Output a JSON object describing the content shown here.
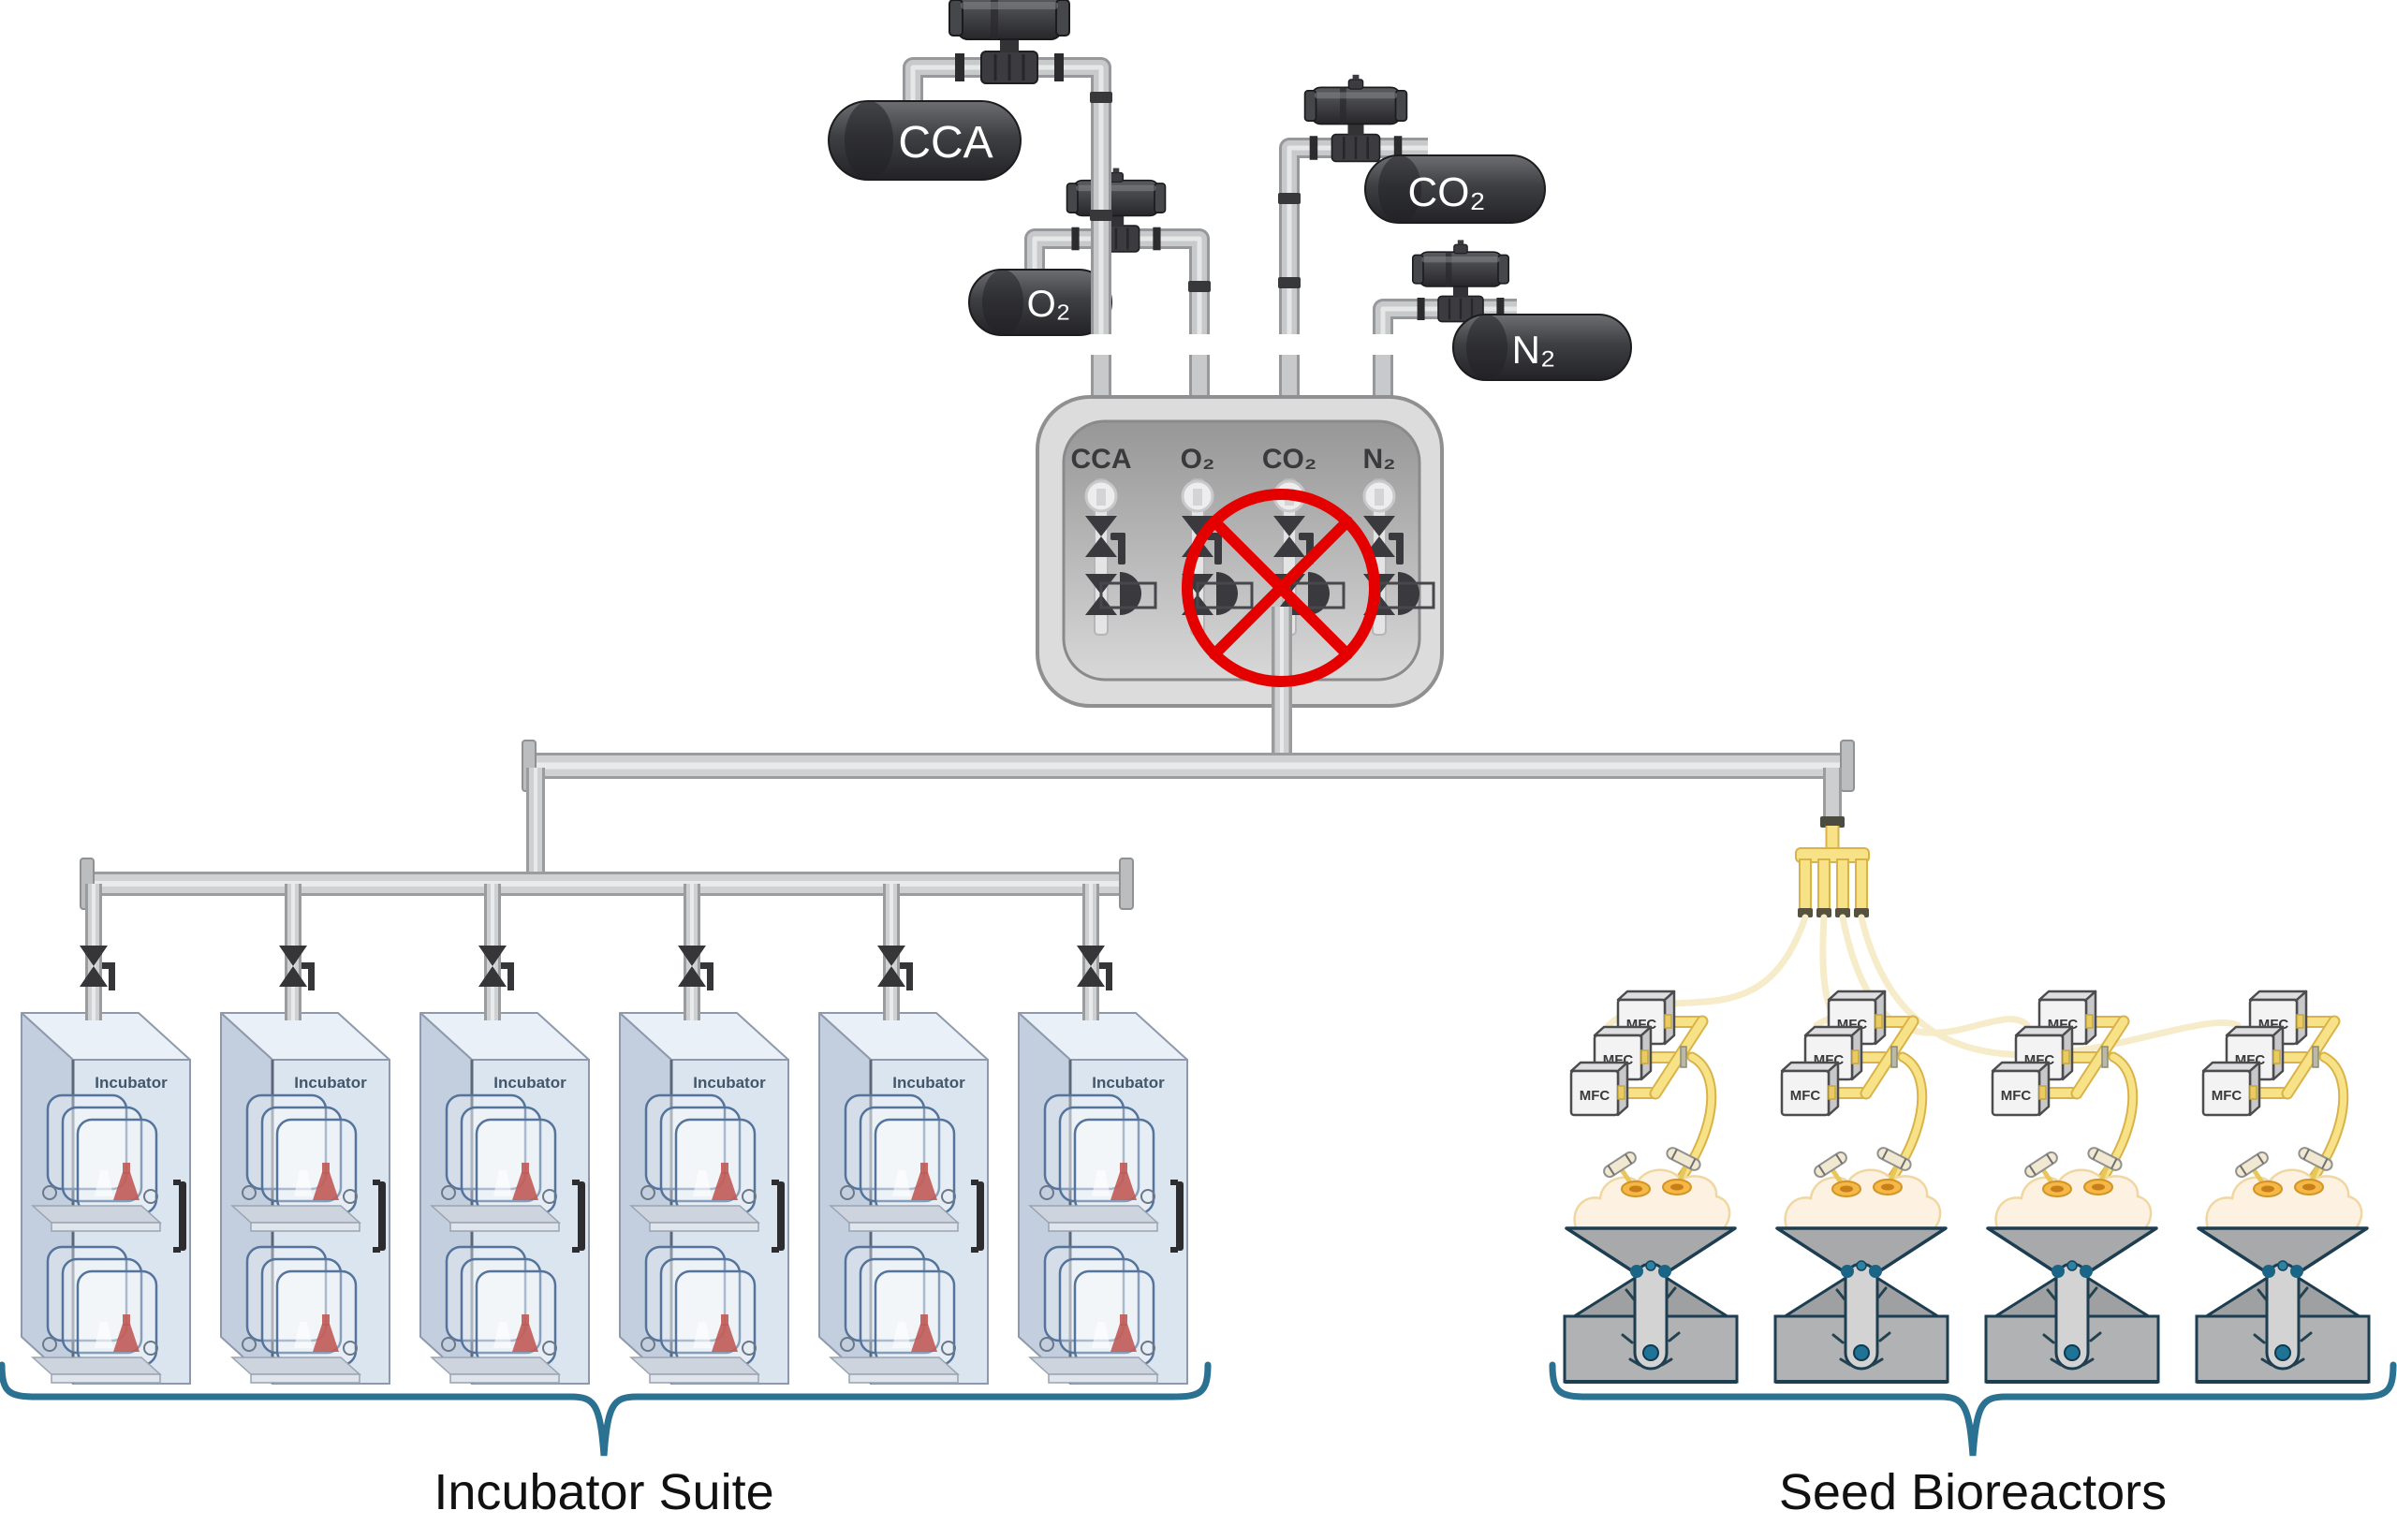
{
  "supply_tanks": {
    "cca": {
      "label": "CCA"
    },
    "o2": {
      "label": "O₂"
    },
    "co2": {
      "label": "CO₂"
    },
    "n2": {
      "label": "N₂"
    }
  },
  "manifold_panel": {
    "ports": [
      {
        "label": "CCA",
        "blocked": false
      },
      {
        "label": "O₂",
        "blocked": false
      },
      {
        "label": "CO₂",
        "blocked": true
      },
      {
        "label": "N₂",
        "blocked": false
      }
    ],
    "blocked_port": "CO₂"
  },
  "incubator_suite": {
    "caption": "Incubator Suite",
    "count": 6,
    "units": [
      {
        "label": "Incubator"
      },
      {
        "label": "Incubator"
      },
      {
        "label": "Incubator"
      },
      {
        "label": "Incubator"
      },
      {
        "label": "Incubator"
      },
      {
        "label": "Incubator"
      }
    ]
  },
  "seed_bioreactors": {
    "caption": "Seed Bioreactors",
    "count": 4,
    "units": [
      {
        "mfcs": [
          "MFC",
          "MFC",
          "MFC"
        ]
      },
      {
        "mfcs": [
          "MFC",
          "MFC",
          "MFC"
        ]
      },
      {
        "mfcs": [
          "MFC",
          "MFC",
          "MFC"
        ]
      },
      {
        "mfcs": [
          "MFC",
          "MFC",
          "MFC"
        ]
      }
    ]
  },
  "colors": {
    "prohibition_red": "#e50000",
    "brace_teal": "#2b7191",
    "pipe_gray": "#c8c9cb",
    "tank_gray": "#3a3b3e",
    "tube_yellow": "#f8e288",
    "pale_tube": "#f6ecca",
    "incubator_blue": "#dbe5f0",
    "outline_navy": "#1d3d51"
  }
}
